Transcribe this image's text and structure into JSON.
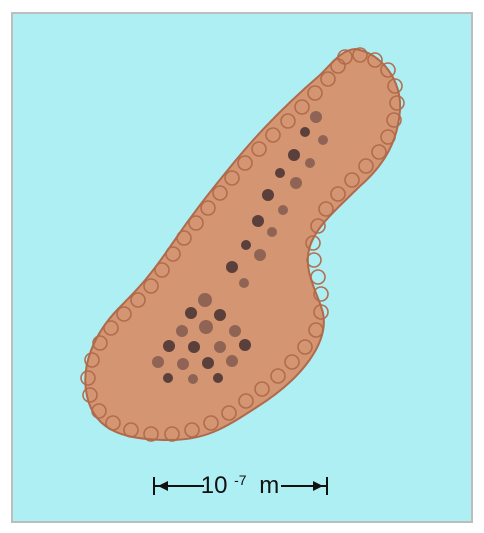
{
  "scale_bar": {
    "base": "10",
    "exponent": "-7",
    "unit": "m"
  },
  "colors": {
    "background_water": "#AEEFF4",
    "frame_border": "#BDBDBD",
    "particle_fill": "#D49572",
    "particle_outline": "#B06A4B",
    "core_dark": "#5A3F3B",
    "core_mid": "#8F6455",
    "scale_color": "#111111"
  }
}
